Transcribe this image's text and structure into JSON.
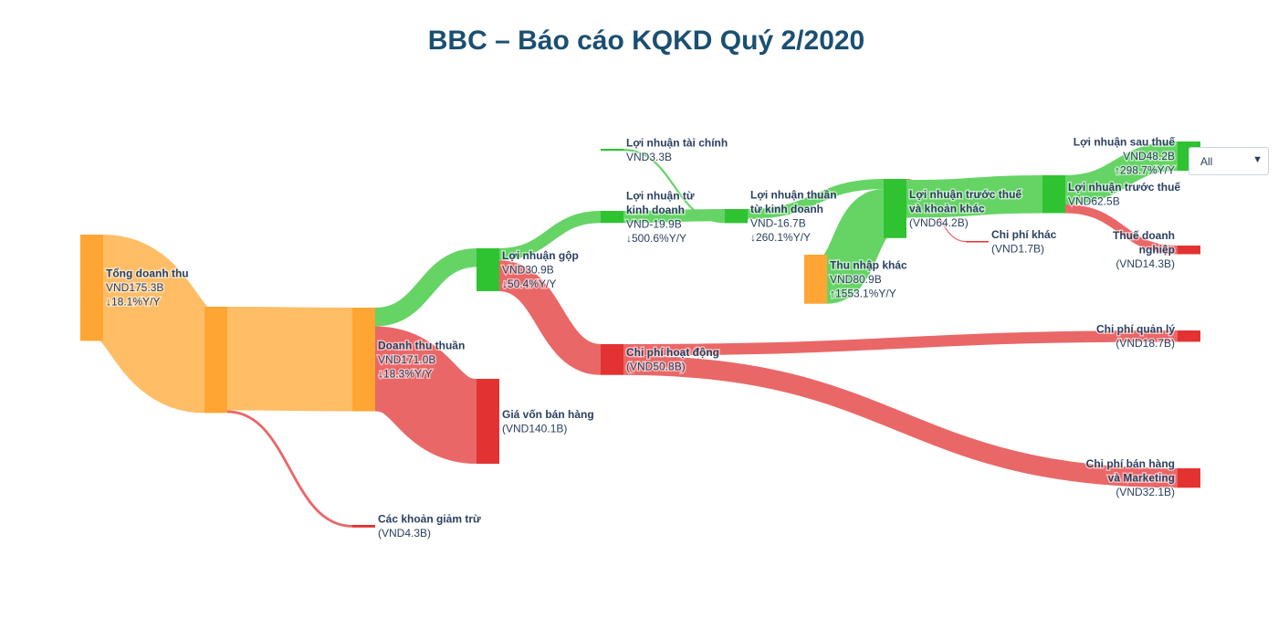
{
  "title": "BBC – Báo cáo KQKD Quý 2/2020",
  "dropdown": {
    "selected": "All",
    "arrow_icon": "triangle-down-icon"
  },
  "colors": {
    "title": "#1b4f72",
    "revenue_node": "#ffa533",
    "revenue_link": "#ffbd66",
    "profit_node": "#2fc332",
    "profit_link": "#65d465",
    "cost_node": "#e33232",
    "cost_link": "#ea6767",
    "label": "#2a3f5f"
  },
  "chart_data": {
    "type": "sankey",
    "title": "BBC – Báo cáo KQKD Quý 2/2020",
    "nodes": [
      {
        "id": "tong_dt",
        "name": "Tổng doanh thu",
        "value_label": "VND175.3B",
        "change_label": "↓18.1%Y/Y",
        "kind": "revenue"
      },
      {
        "id": "dt_mid",
        "name": "",
        "value_label": "",
        "change_label": "",
        "kind": "revenue"
      },
      {
        "id": "dtt",
        "name": "Doanh thu thuần",
        "value_label": "VND171.0B",
        "change_label": "↓18.3%Y/Y",
        "kind": "revenue"
      },
      {
        "id": "giam_tru",
        "name": "Các khoản giảm trừ",
        "value_label": "(VND4.3B)",
        "change_label": "",
        "kind": "cost"
      },
      {
        "id": "ln_gop",
        "name": "Lợi nhuận gộp",
        "value_label": "VND30.9B",
        "change_label": "↓50.4%Y/Y",
        "kind": "profit"
      },
      {
        "id": "gvbh",
        "name": "Giá vốn bán hàng",
        "value_label": "(VND140.1B)",
        "change_label": "",
        "kind": "cost"
      },
      {
        "id": "cphd",
        "name": "Chi phí hoạt động",
        "value_label": "(VND50.8B)",
        "change_label": "",
        "kind": "cost"
      },
      {
        "id": "ln_kd",
        "name": "Lợi nhuận từ kinh doanh",
        "value_label": "VND-19.9B",
        "change_label": "↓500.6%Y/Y",
        "kind": "profit"
      },
      {
        "id": "ln_tc",
        "name": "Lợi nhuận tài chính",
        "value_label": "VND3.3B",
        "change_label": "",
        "kind": "profit"
      },
      {
        "id": "lnt_kd",
        "name": "Lợi nhuận thuần từ kinh doanh",
        "value_label": "VND-16.7B",
        "change_label": "↓260.1%Y/Y",
        "kind": "profit"
      },
      {
        "id": "tn_khac",
        "name": "Thu nhập khác",
        "value_label": "VND80.9B",
        "change_label": "↑1553.1%Y/Y",
        "kind": "revenue"
      },
      {
        "id": "ln_tt_kk",
        "name": "Lợi nhuận trước thuế và khoản khác",
        "value_label": "(VND64.2B)",
        "change_label": "",
        "kind": "profit"
      },
      {
        "id": "cp_khac",
        "name": "Chi phí khác",
        "value_label": "(VND1.7B)",
        "change_label": "",
        "kind": "cost"
      },
      {
        "id": "ln_tt",
        "name": "Lợi nhuận trước thuế",
        "value_label": "VND62.5B",
        "change_label": "",
        "kind": "profit"
      },
      {
        "id": "ln_st",
        "name": "Lợi nhuận sau thuế",
        "value_label": "VND48.2B",
        "change_label": "↑298.7%Y/Y",
        "kind": "profit"
      },
      {
        "id": "thue",
        "name": "Thuế doanh nghiệp",
        "value_label": "(VND14.3B)",
        "change_label": "",
        "kind": "cost"
      },
      {
        "id": "cpql",
        "name": "Chi phí quản lý",
        "value_label": "(VND18.7B)",
        "change_label": "",
        "kind": "cost"
      },
      {
        "id": "cpbh",
        "name": "Chi phí bán hàng và Marketing",
        "value_label": "(VND32.1B)",
        "change_label": "",
        "kind": "cost"
      }
    ],
    "links": [
      {
        "source": "tong_dt",
        "target": "dt_mid",
        "value": 175.3
      },
      {
        "source": "dt_mid",
        "target": "dtt",
        "value": 171.0
      },
      {
        "source": "dt_mid",
        "target": "giam_tru",
        "value": 4.3
      },
      {
        "source": "dtt",
        "target": "ln_gop",
        "value": 30.9
      },
      {
        "source": "dtt",
        "target": "gvbh",
        "value": 140.1
      },
      {
        "source": "ln_gop",
        "target": "ln_kd",
        "value": 19.9
      },
      {
        "source": "ln_gop",
        "target": "cphd",
        "value": 50.8
      },
      {
        "source": "cphd",
        "target": "cpql",
        "value": 18.7
      },
      {
        "source": "cphd",
        "target": "cpbh",
        "value": 32.1
      },
      {
        "source": "ln_kd",
        "target": "lnt_kd",
        "value": 19.9
      },
      {
        "source": "ln_tc",
        "target": "lnt_kd",
        "value": 3.3
      },
      {
        "source": "lnt_kd",
        "target": "ln_tt_kk",
        "value": 16.7
      },
      {
        "source": "tn_khac",
        "target": "ln_tt_kk",
        "value": 80.9
      },
      {
        "source": "ln_tt_kk",
        "target": "cp_khac",
        "value": 1.7
      },
      {
        "source": "ln_tt_kk",
        "target": "ln_tt",
        "value": 62.5
      },
      {
        "source": "ln_tt",
        "target": "ln_st",
        "value": 48.2
      },
      {
        "source": "ln_tt",
        "target": "thue",
        "value": 14.3
      }
    ]
  }
}
